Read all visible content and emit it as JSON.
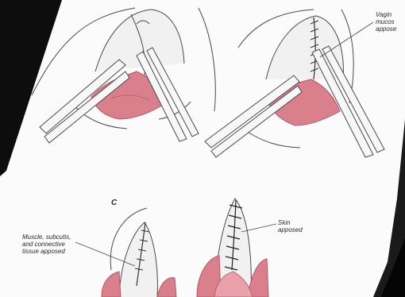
{
  "labels": {
    "vaginal_mucosa": "Vagin\nmucos\nappose",
    "muscle": "Muscle, subcutis,\nand connective\ntissue apposed",
    "skin": "Skin\napposed",
    "panel_c": "C"
  },
  "colors": {
    "tissue_pink": "#d9808c",
    "tissue_dark": "#b85566",
    "line": "#4a4a4a",
    "background_dark": "#0d0d0d",
    "paper": "#fbfbfb"
  }
}
